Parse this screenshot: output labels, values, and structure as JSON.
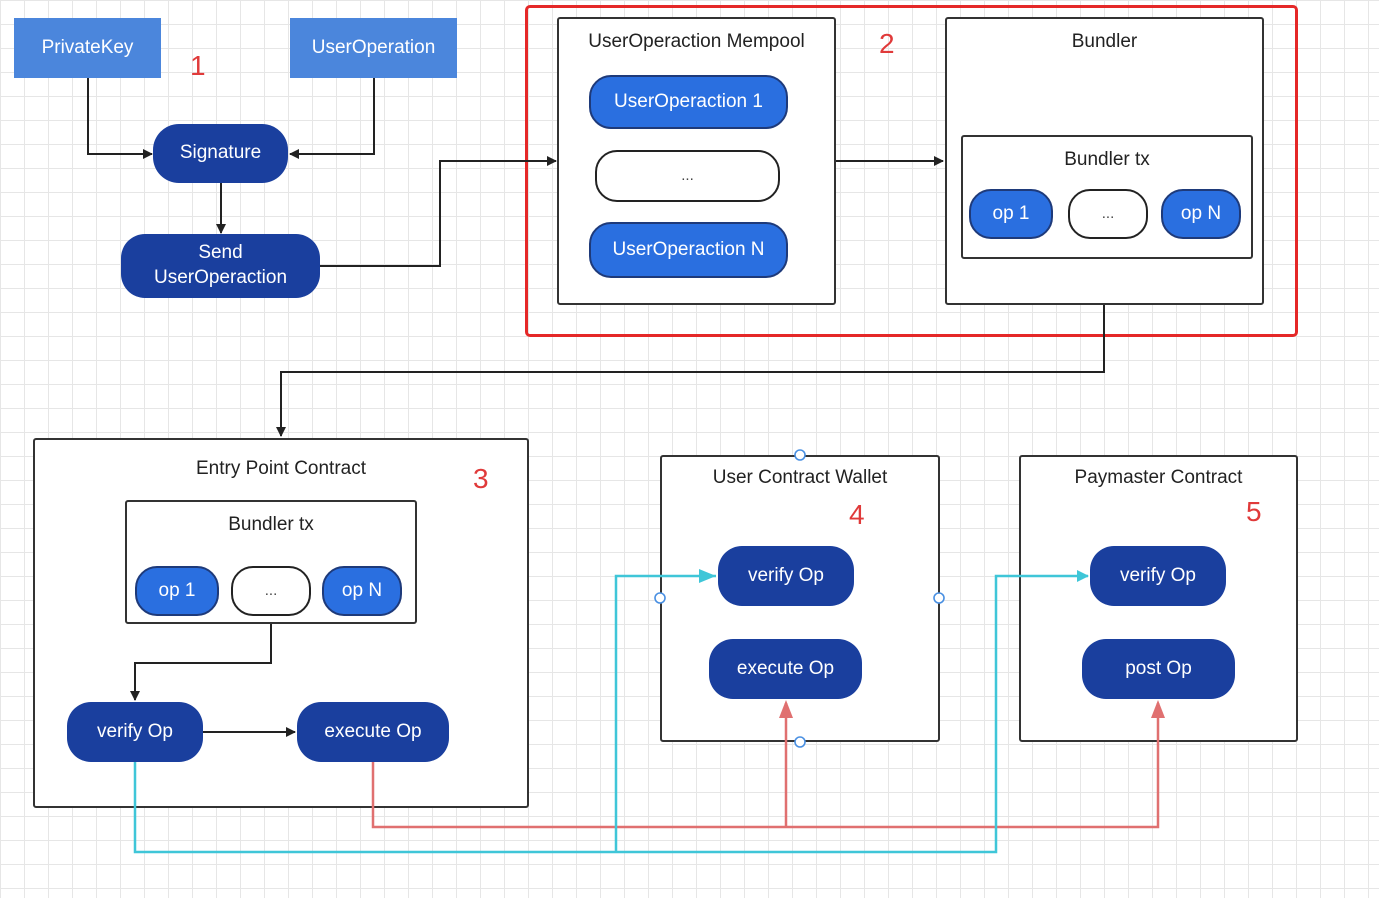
{
  "section1": {
    "number": "1",
    "private_key": "PrivateKey",
    "user_operation": "UserOperation",
    "signature": "Signature",
    "send_op": "Send UserOperaction"
  },
  "section2": {
    "number": "2",
    "mempool": {
      "title": "UserOperaction Mempool",
      "op_first": "UserOperaction 1",
      "ellipsis": "...",
      "op_last": "UserOperaction N"
    },
    "bundler": {
      "title": "Bundler",
      "tx_title": "Bundler tx",
      "op_first": "op 1",
      "ellipsis": "...",
      "op_last": "op N"
    }
  },
  "section3": {
    "number": "3",
    "title": "Entry Point Contract",
    "tx_title": "Bundler tx",
    "op_first": "op 1",
    "ellipsis": "...",
    "op_last": "op N",
    "verify": "verify Op",
    "execute": "execute Op"
  },
  "section4": {
    "number": "4",
    "title": "User Contract Wallet",
    "verify": "verify Op",
    "execute": "execute Op"
  },
  "section5": {
    "number": "5",
    "title": "Paymaster Contract",
    "verify": "verify Op",
    "post": "post Op"
  },
  "colors": {
    "dark_pill": "#1a3f9e",
    "light_pill": "#2a6fe0",
    "source_box": "#4b86dc",
    "highlight_frame": "#e52828",
    "verify_flow": "#3fc6d8",
    "execute_flow": "#e07070"
  }
}
